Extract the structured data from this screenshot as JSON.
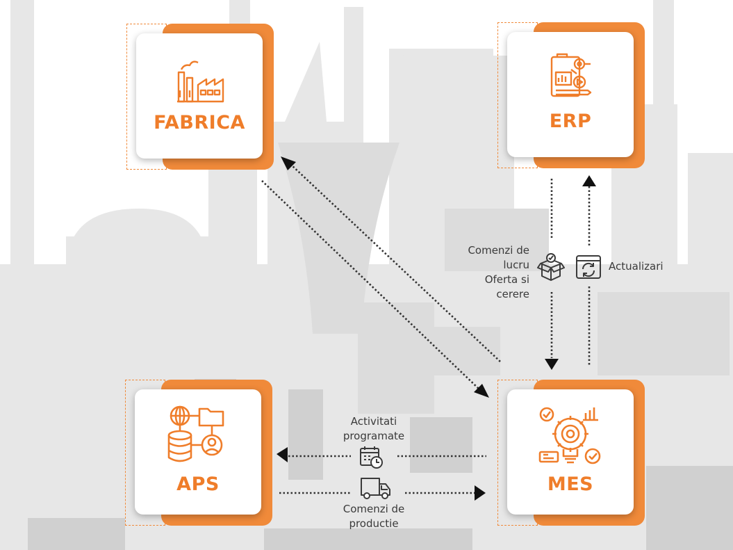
{
  "nodes": {
    "fabrica": {
      "title": "FABRICA",
      "icon": "factory-icon"
    },
    "erp": {
      "title": "ERP",
      "icon": "erp-report-icon"
    },
    "aps": {
      "title": "APS",
      "icon": "network-database-icon"
    },
    "mes": {
      "title": "MES",
      "icon": "gear-lightbulb-icon"
    }
  },
  "flows": {
    "erp_to_mes": {
      "line1": "Comenzi de",
      "line2": "lucru",
      "line3": "Oferta si",
      "line4": "cerere",
      "icon": "package-check-icon"
    },
    "mes_to_erp": {
      "label": "Actualizari",
      "icon": "browser-sync-icon"
    },
    "mes_to_aps": {
      "line1": "Activitati",
      "line2": "programate",
      "icon": "calendar-clock-icon"
    },
    "aps_to_mes": {
      "line1": "Comenzi de",
      "line2": "productie",
      "icon": "delivery-truck-icon"
    }
  },
  "colors": {
    "accent": "#f08a3a",
    "text": "#3a3a3a",
    "background_silhouette": "#e6e6e6"
  }
}
